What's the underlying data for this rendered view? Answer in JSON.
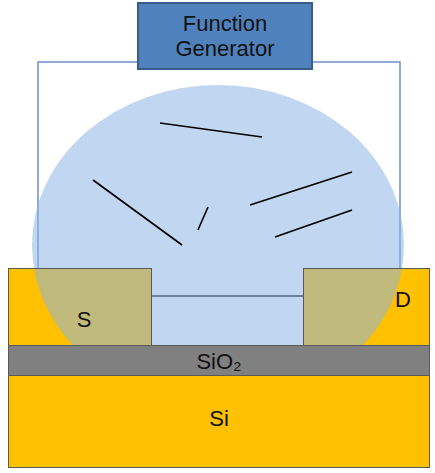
{
  "diagram": {
    "nodes": [
      {
        "text": [
          "Function Generator"
        ]
      },
      {
        "text": [
          "S"
        ]
      },
      {
        "text": [
          "D"
        ]
      },
      {
        "text": [
          "SiO₂"
        ]
      },
      {
        "text": [
          "Si"
        ]
      }
    ],
    "edges": [
      {
        "from": 0,
        "to": 1,
        "arrow": "none"
      },
      {
        "from": 0,
        "to": 2,
        "arrow": "none"
      },
      {
        "from": 1,
        "to": 2,
        "arrow": "none"
      }
    ]
  }
}
